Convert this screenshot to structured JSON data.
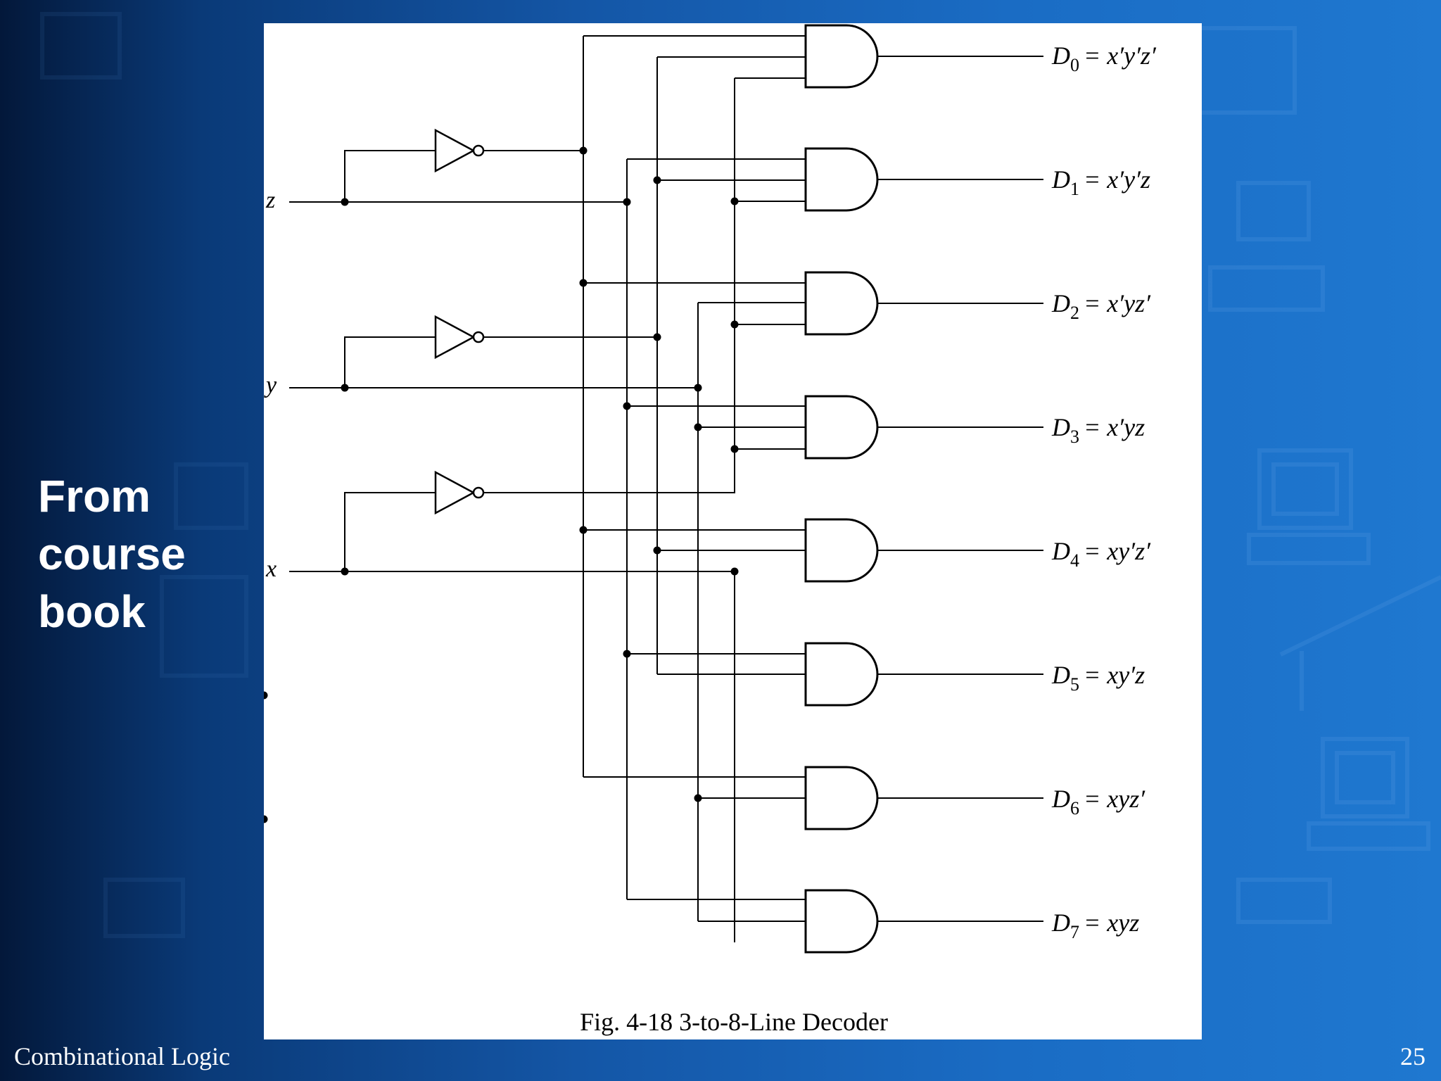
{
  "slide": {
    "side_label_lines": [
      "From",
      "course",
      "book"
    ],
    "footer_title": "Combinational Logic",
    "page_number": "25"
  },
  "diagram": {
    "inputs": [
      "z",
      "y",
      "x"
    ],
    "outputs": [
      {
        "name": "D",
        "sub": "0",
        "expr": "= x′y′z′"
      },
      {
        "name": "D",
        "sub": "1",
        "expr": "= x′y′z"
      },
      {
        "name": "D",
        "sub": "2",
        "expr": "= x′yz′"
      },
      {
        "name": "D",
        "sub": "3",
        "expr": "= x′yz"
      },
      {
        "name": "D",
        "sub": "4",
        "expr": "= xy′z′"
      },
      {
        "name": "D",
        "sub": "5",
        "expr": "= xy′z"
      },
      {
        "name": "D",
        "sub": "6",
        "expr": "= xyz′"
      },
      {
        "name": "D",
        "sub": "7",
        "expr": "= xyz"
      }
    ],
    "caption": "Fig. 4-18  3-to-8-Line Decoder"
  },
  "colors": {
    "panel": "#ffffff",
    "ink": "#000000",
    "text_on_bg": "#ffffff"
  }
}
